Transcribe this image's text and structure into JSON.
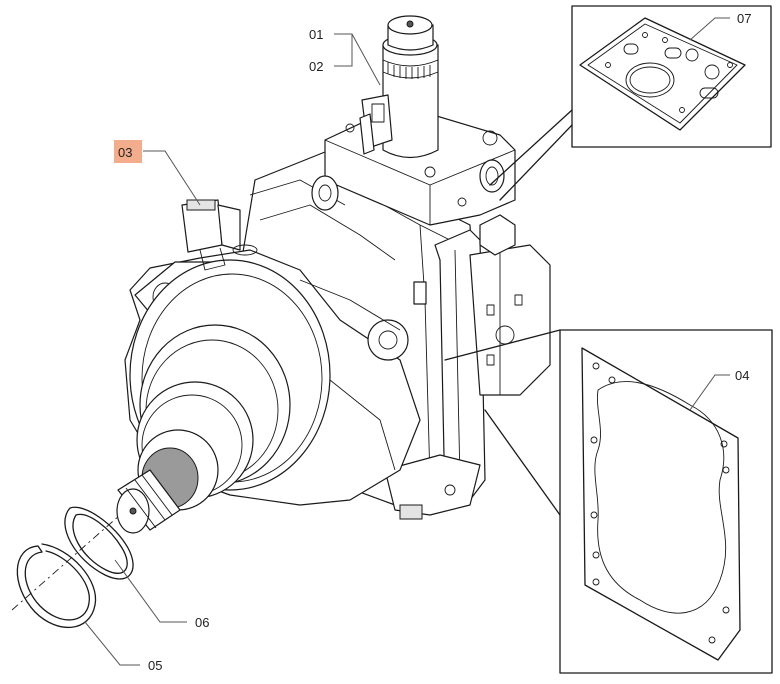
{
  "callouts": {
    "c01": {
      "label": "01",
      "highlighted": false
    },
    "c02": {
      "label": "02",
      "highlighted": false
    },
    "c03": {
      "label": "03",
      "highlighted": true
    },
    "c04": {
      "label": "04",
      "highlighted": false
    },
    "c05": {
      "label": "05",
      "highlighted": false
    },
    "c06": {
      "label": "06",
      "highlighted": false
    },
    "c07": {
      "label": "07",
      "highlighted": false
    }
  },
  "colors": {
    "highlight": "#f4ad8c",
    "ink": "#1a1a1a",
    "leader": "#555555"
  }
}
